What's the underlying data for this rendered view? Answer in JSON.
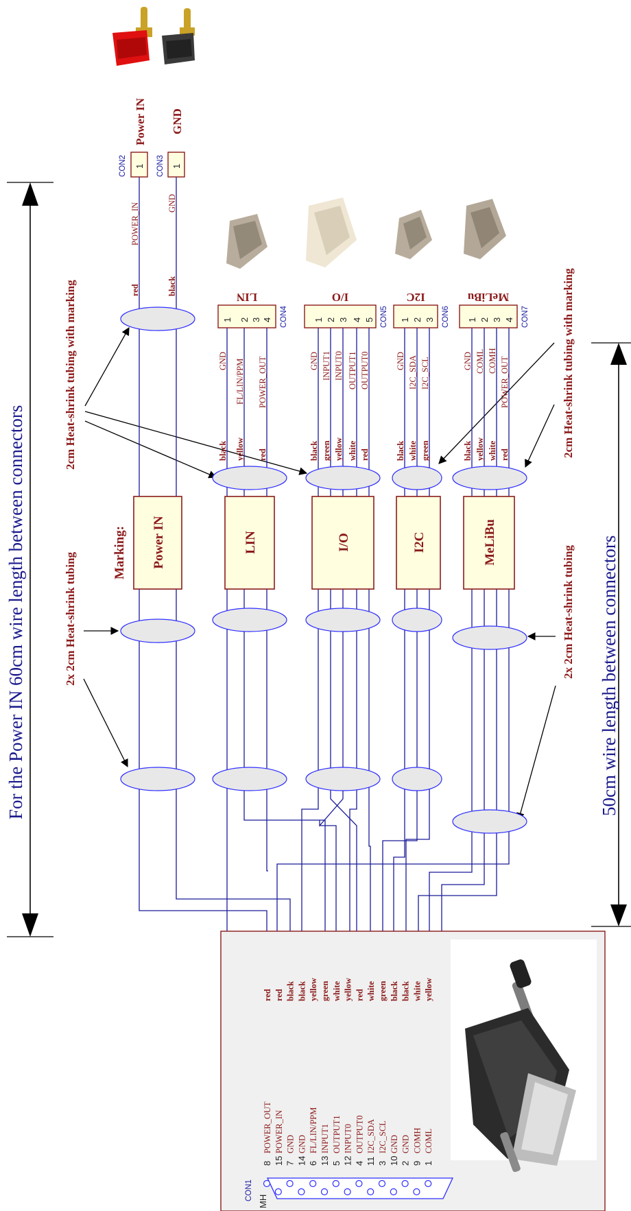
{
  "dimensions": {
    "left": "For the Power IN 60cm wire length between connectors",
    "right": "50cm wire length between connectors"
  },
  "notes": {
    "heat_marking_left": "2cm Heat-shrink tubing with marking",
    "heat_marking_right": "2cm Heat-shrink tubing with marking",
    "heat2x_left": "2x 2cm Heat-shrink tubing",
    "heat2x_right": "2x 2cm Heat-shrink tubing",
    "marking_label": "Marking:"
  },
  "markings": [
    "Power IN",
    "LIN",
    "I/O",
    "I2C",
    "MeLiBu"
  ],
  "power_connectors": [
    {
      "ref": "CON2",
      "pin": "1",
      "signal": "POWER_IN",
      "wire": "red",
      "name": "Power IN"
    },
    {
      "ref": "CON3",
      "pin": "1",
      "signal": "GND",
      "wire": "black",
      "name": "GND"
    }
  ],
  "connectors": [
    {
      "ref": "CON4",
      "name": "LIN",
      "pins": [
        "1",
        "2",
        "3",
        "4"
      ],
      "signals": [
        "GND",
        "FL/LIN/PPM",
        "",
        "POWER_OUT"
      ],
      "wires": [
        "black",
        "yellow",
        "",
        "red"
      ]
    },
    {
      "ref": "CON5",
      "name": "I/O",
      "pins": [
        "1",
        "2",
        "3",
        "4",
        "5"
      ],
      "signals": [
        "GND",
        "INPUT1",
        "INPUT0",
        "OUTPUT1",
        "OUTPUT0"
      ],
      "wires": [
        "black",
        "green",
        "yellow",
        "white",
        "red"
      ]
    },
    {
      "ref": "CON6",
      "name": "I2C",
      "pins": [
        "1",
        "2",
        "3"
      ],
      "signals": [
        "GND",
        "I2C_SDA",
        "I2C_SCL"
      ],
      "wires": [
        "black",
        "white",
        "green"
      ]
    },
    {
      "ref": "CON7",
      "name": "MeLiBu",
      "pins": [
        "1",
        "2",
        "3",
        "4"
      ],
      "signals": [
        "GND",
        "COML",
        "COMH",
        "POWER_OUT"
      ],
      "wires": [
        "black",
        "yellow",
        "white",
        "red"
      ]
    }
  ],
  "dsub": {
    "ref": "CON1",
    "mh": "MH",
    "rows": [
      {
        "pin": "8",
        "signal": "POWER_OUT",
        "wire": "red"
      },
      {
        "pin": "15",
        "signal": "POWER_IN",
        "wire": "red"
      },
      {
        "pin": "7",
        "signal": "GND",
        "wire": "black"
      },
      {
        "pin": "14",
        "signal": "GND",
        "wire": "black"
      },
      {
        "pin": "6",
        "signal": "FL/LIN/PPM",
        "wire": "yellow"
      },
      {
        "pin": "13",
        "signal": "INPUT1",
        "wire": "green"
      },
      {
        "pin": "5",
        "signal": "OUTPUT1",
        "wire": "white"
      },
      {
        "pin": "12",
        "signal": "INPUT0",
        "wire": "yellow"
      },
      {
        "pin": "4",
        "signal": "OUTPUT0",
        "wire": "red"
      },
      {
        "pin": "11",
        "signal": "I2C_SDA",
        "wire": "white"
      },
      {
        "pin": "3",
        "signal": "I2C_SCL",
        "wire": "green"
      },
      {
        "pin": "10",
        "signal": "GND",
        "wire": "black"
      },
      {
        "pin": "2",
        "signal": "GND",
        "wire": "black"
      },
      {
        "pin": "9",
        "signal": "COMH",
        "wire": "white"
      },
      {
        "pin": "1",
        "signal": "COML",
        "wire": "yellow"
      }
    ]
  }
}
